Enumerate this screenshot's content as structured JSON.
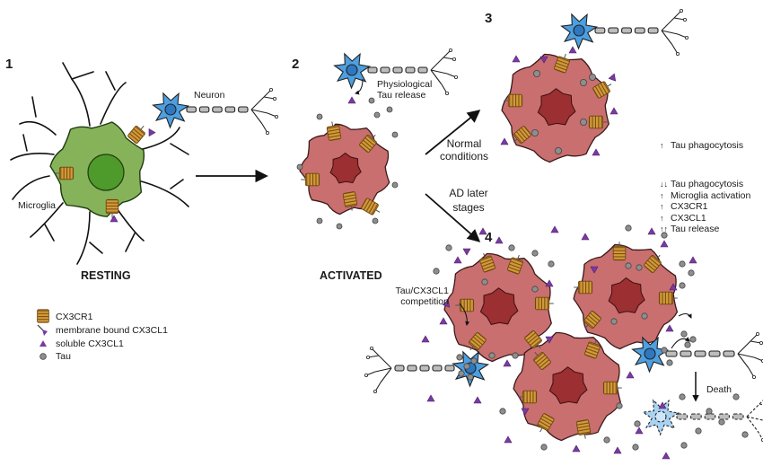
{
  "panels": {
    "p1": "1",
    "p2": "2",
    "p3": "3",
    "p4": "4"
  },
  "states": {
    "resting": "RESTING",
    "activated": "ACTIVATED"
  },
  "labels": {
    "neuron": "Neuron",
    "microglia": "Microglia",
    "physiological_1": "Physiological",
    "physiological_2": "Tau release",
    "normal_1": "Normal",
    "normal_2": "conditions",
    "ad_1": "AD later",
    "ad_2": "stages",
    "competition_1": "Tau/CX3CL1",
    "competition_2": "competition",
    "death": "Death"
  },
  "effects": {
    "normal": {
      "arrow": "↑",
      "text": "Tau phagocytosis"
    },
    "ad": [
      {
        "arrow": "↓↓",
        "text": "Tau phagocytosis"
      },
      {
        "arrow": "↑",
        "text": "Microglia activation"
      },
      {
        "arrow": "↑",
        "text": "CX3CR1"
      },
      {
        "arrow": "↑",
        "text": "CX3CL1"
      },
      {
        "arrow": "↑↑",
        "text": "Tau release"
      }
    ]
  },
  "legend": [
    {
      "icon": "receptor-icon",
      "text": "CX3CR1"
    },
    {
      "icon": "membrane-ligand-icon",
      "text": "membrane bound CX3CL1"
    },
    {
      "icon": "triangle-icon",
      "text": "soluble CX3CL1"
    },
    {
      "icon": "dot-icon",
      "text": "Tau"
    }
  ],
  "colors": {
    "microglia_resting": "#86b35a",
    "microglia_nucleus": "#4e9a2b",
    "microglia_activated": "#c96f6f",
    "activated_nucleus": "#9b2f31",
    "neuron": "#4d9fe0",
    "neuron_dead": "#a9d3f3",
    "receptor": "#c98a2a",
    "ligand": "#7a3aa3",
    "tau": "#8e8e8e"
  }
}
